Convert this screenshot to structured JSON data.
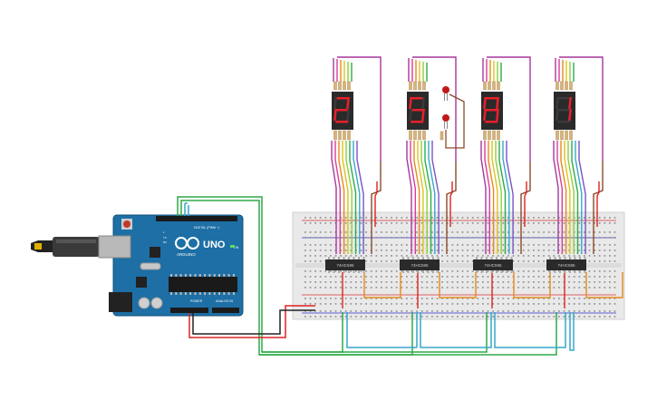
{
  "arduino": {
    "brand_label": "ARDUINO",
    "model_label": "UNO",
    "digital_header_label": "DIGITAL (PWM ~)",
    "power_label": "POWER",
    "analog_label": "ANALOG IN",
    "on_label": "ON",
    "tx_label": "TX",
    "rx_label": "RX",
    "l_label": "L"
  },
  "chips": [
    {
      "label": "74HC595"
    },
    {
      "label": "74HC595"
    },
    {
      "label": "74HC595"
    },
    {
      "label": "74HC595"
    }
  ],
  "displays": [
    {
      "digit": "2"
    },
    {
      "digit": "5"
    },
    {
      "digit": "8"
    },
    {
      "digit": "1"
    }
  ],
  "colors": {
    "segment_on": "#e8202a",
    "display_body": "#2a2a2a",
    "board": "#1d6fa5",
    "breadboard": "#e9e9e9"
  },
  "icons": [
    "usb-cable-icon",
    "arduino-infinity-logo-icon",
    "led-icon"
  ]
}
